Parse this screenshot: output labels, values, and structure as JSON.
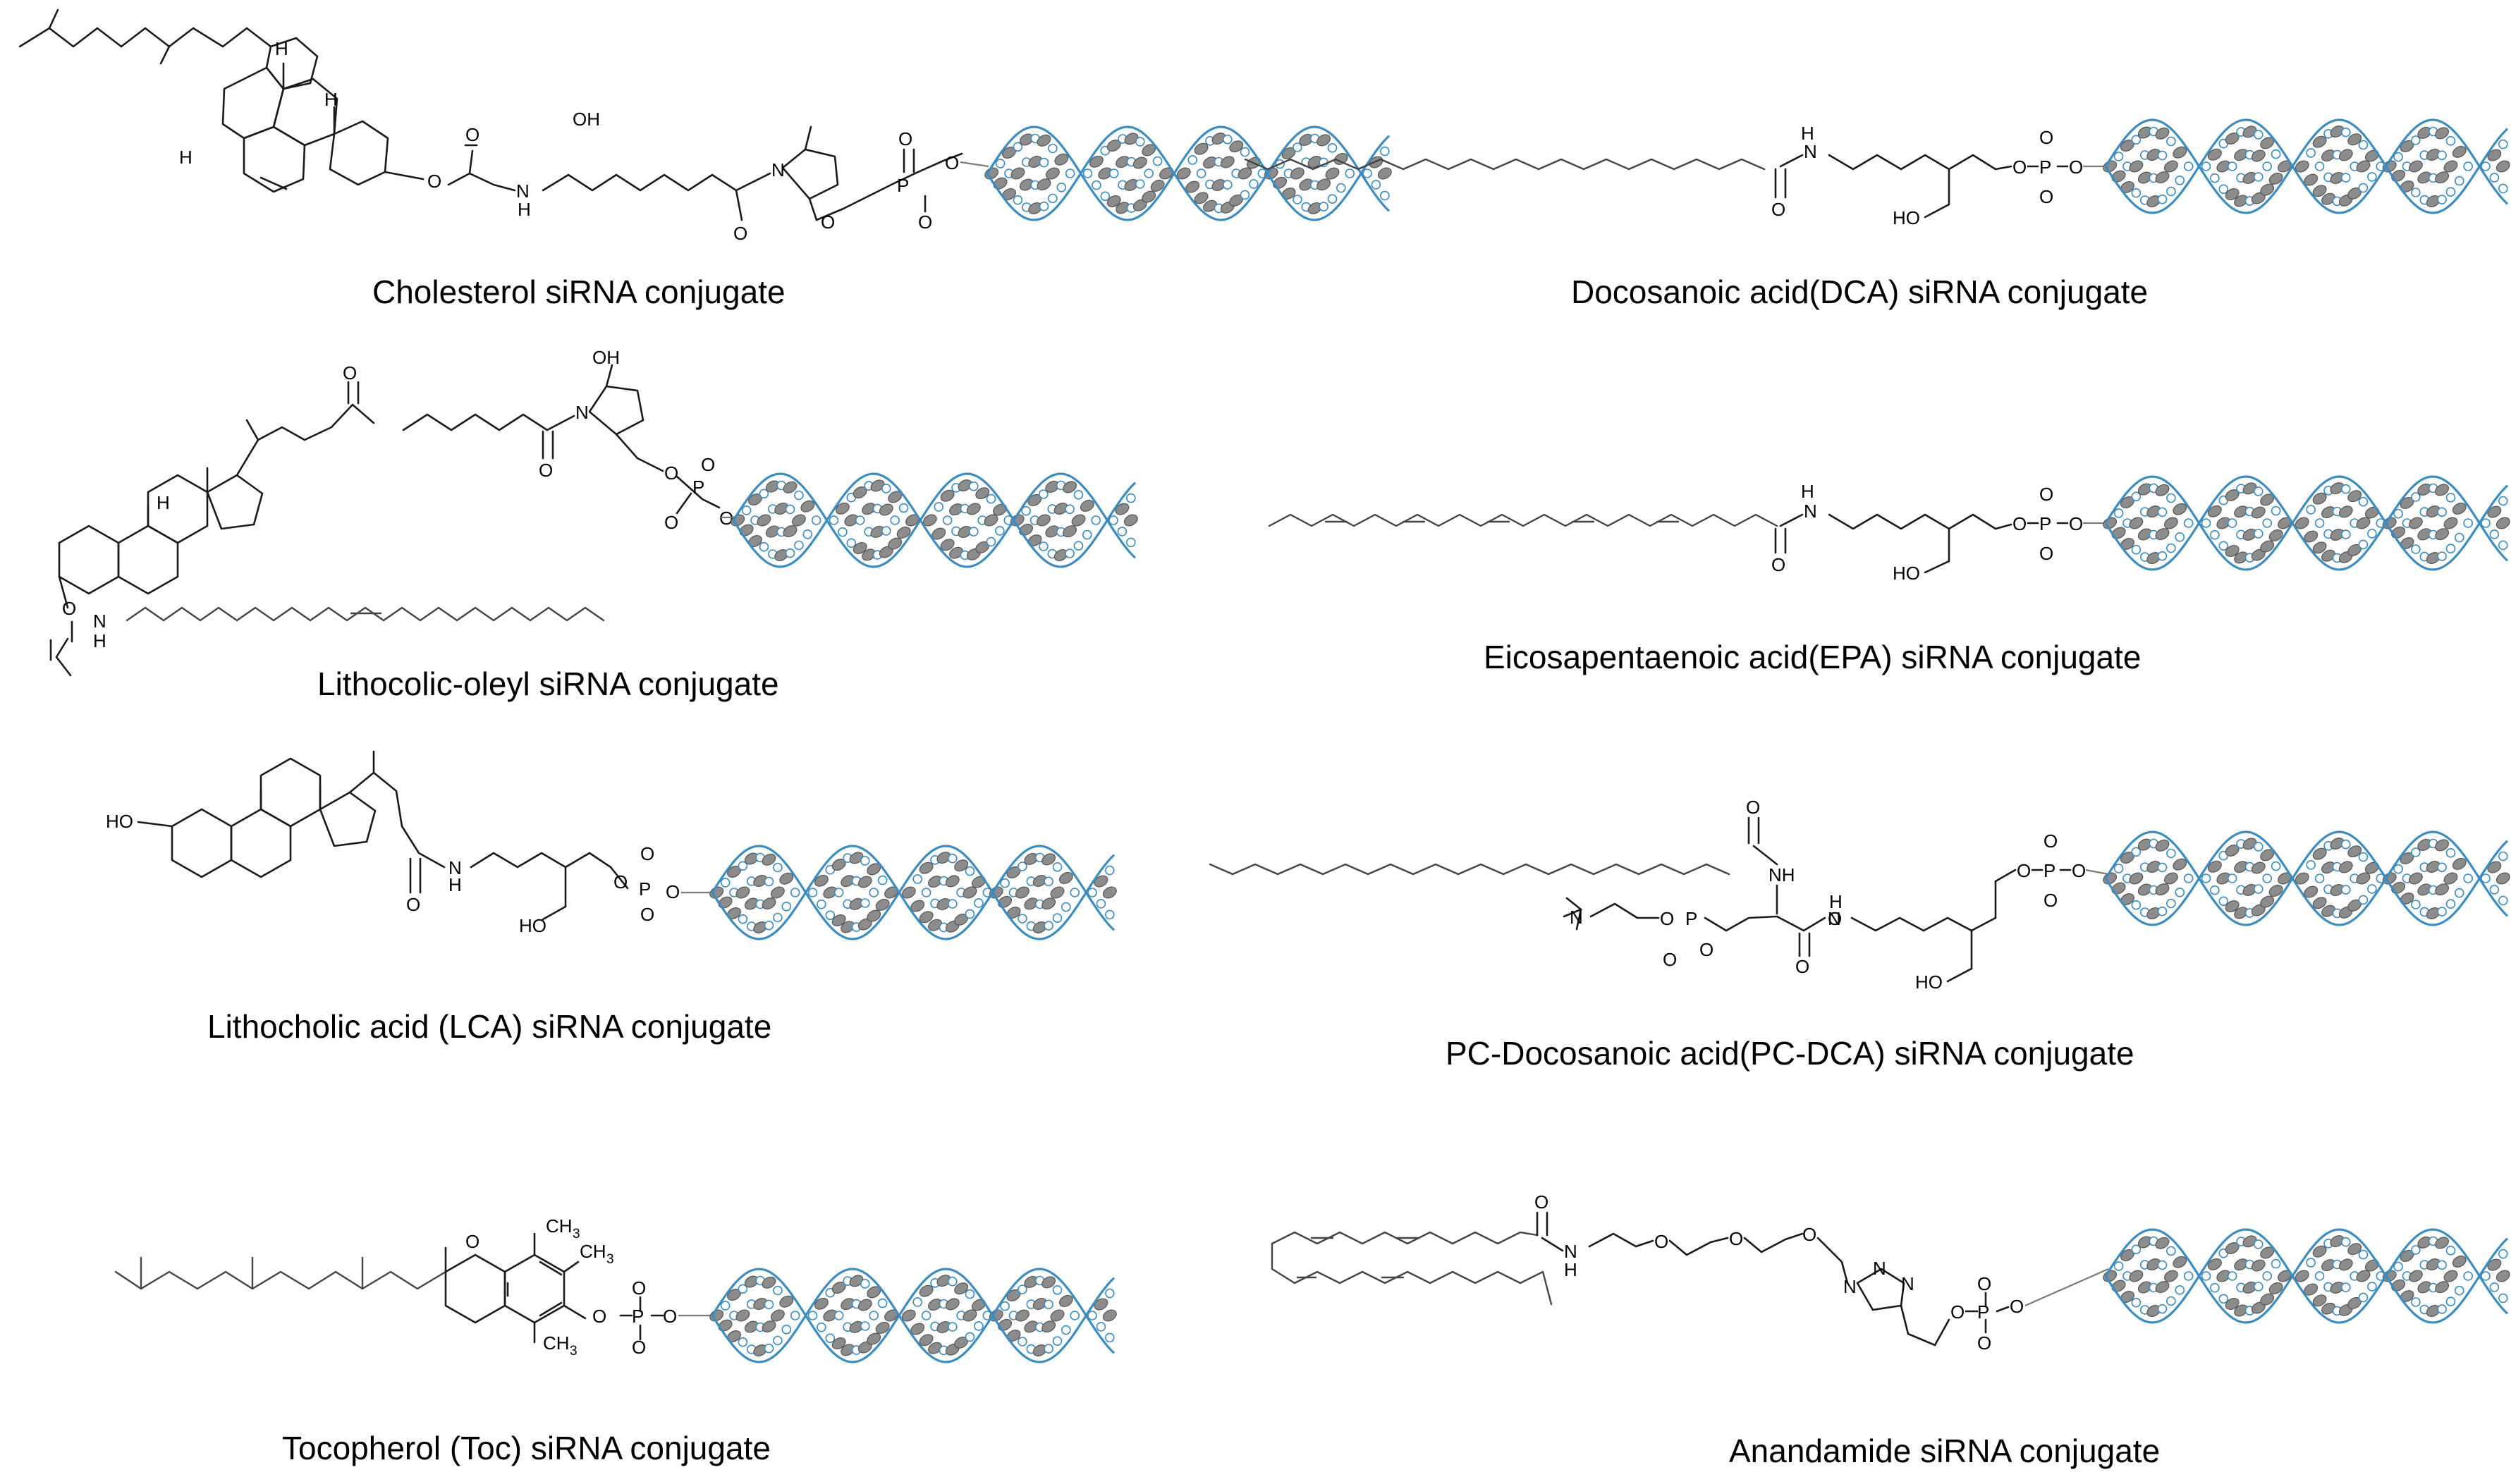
{
  "colors": {
    "helix_strand": "#3b8cc0",
    "base_fill": "#8c8c8c",
    "base_ring": "#ffffff",
    "text": "#000000"
  },
  "conjugates": [
    {
      "caption": "Cholesterol siRNA conjugate",
      "atoms": [
        "OH",
        "H",
        "H",
        "H",
        "O",
        "N",
        "H",
        "O",
        "N",
        "O",
        "O",
        "P",
        "O",
        "O",
        "O"
      ]
    },
    {
      "caption": "Lithocolic-oleyl siRNA conjugate",
      "atoms": [
        "O",
        "H",
        "OH",
        "N",
        "O",
        "O",
        "O",
        "P",
        "O",
        "O",
        "O",
        "N",
        "H"
      ]
    },
    {
      "caption": "Lithocholic acid (LCA) siRNA conjugate",
      "atoms": [
        "HO",
        "N",
        "H",
        "O",
        "HO",
        "O",
        "P",
        "O",
        "O",
        "O"
      ]
    },
    {
      "caption": "Tocopherol (Toc) siRNA conjugate",
      "atoms": [
        "O",
        "CH",
        "3",
        "CH",
        "3",
        "CH",
        "3",
        "O",
        "P",
        "O",
        "O",
        "O"
      ]
    },
    {
      "caption": "Docosanoic acid(DCA) siRNA conjugate",
      "atoms": [
        "H",
        "N",
        "O",
        "HO",
        "O",
        "P",
        "O",
        "O",
        "O"
      ]
    },
    {
      "caption": "Eicosapentaenoic acid(EPA) siRNA conjugate",
      "atoms": [
        "H",
        "N",
        "O",
        "HO",
        "O",
        "P",
        "O",
        "O",
        "O"
      ]
    },
    {
      "caption": "PC-Docosanoic acid(PC-DCA) siRNA conjugate",
      "atoms": [
        "O",
        "NH",
        "N",
        "O",
        "P",
        "O",
        "O",
        "O",
        "O",
        "H",
        "N",
        "HO",
        "O",
        "P",
        "O",
        "O",
        "O"
      ]
    },
    {
      "caption": "Anandamide siRNA conjugate",
      "atoms": [
        "O",
        "N",
        "H",
        "O",
        "O",
        "O",
        "N",
        "N",
        "N",
        "O",
        "P",
        "O",
        "O",
        "O"
      ]
    }
  ]
}
